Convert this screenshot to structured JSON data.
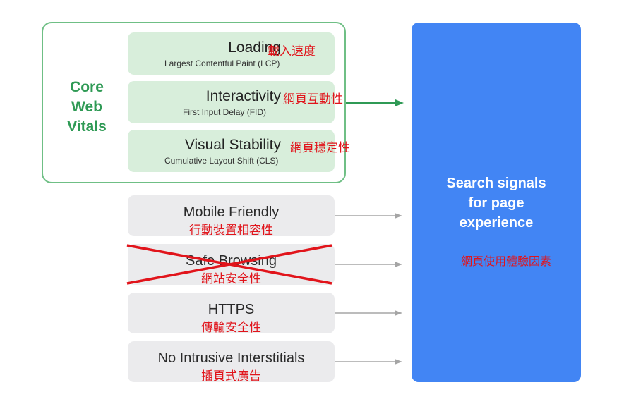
{
  "core_web_vitals": {
    "label_lines": [
      "Core",
      "Web",
      "Vitals"
    ],
    "metrics": [
      {
        "title": "Loading",
        "subtitle": "Largest Contentful Paint (LCP)",
        "zh": "載入速度"
      },
      {
        "title": "Interactivity",
        "subtitle": "First Input Delay (FID)",
        "zh": "網頁互動性"
      },
      {
        "title": "Visual Stability",
        "subtitle": "Cumulative Layout Shift (CLS)",
        "zh": "網頁穩定性"
      }
    ]
  },
  "signals": [
    {
      "title": "Mobile Friendly",
      "zh": "行動裝置相容性",
      "crossed_out": false
    },
    {
      "title": "Safe Browsing",
      "zh": "網站安全性",
      "crossed_out": true
    },
    {
      "title": "HTTPS",
      "zh": "傳輸安全性",
      "crossed_out": false
    },
    {
      "title": "No Intrusive Interstitials",
      "zh": "插頁式廣告",
      "crossed_out": false
    }
  ],
  "target": {
    "title_lines": [
      "Search signals",
      "for page",
      "experience"
    ],
    "zh": "網頁使用體驗因素"
  },
  "colors": {
    "cwv_green": "#2f9a55",
    "metric_box": "#d8eedb",
    "signal_box": "#ebebed",
    "panel_blue": "#4285f4",
    "annotation_red": "#e1141b"
  }
}
